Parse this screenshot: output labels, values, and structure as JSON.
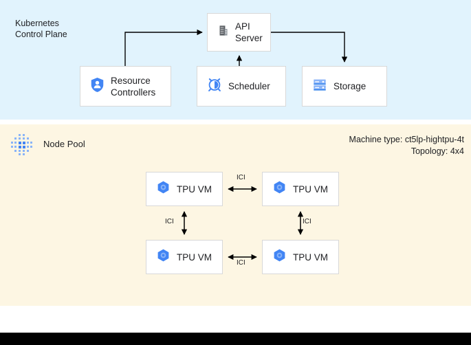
{
  "control_plane": {
    "section_label": "Kubernetes\nControl Plane",
    "background": "#e1f3fd",
    "nodes": [
      {
        "id": "api-server",
        "label": "API\nServer",
        "icon": "building-icon"
      },
      {
        "id": "resource",
        "label": "Resource\nControllers",
        "icon": "shield-person-icon"
      },
      {
        "id": "scheduler",
        "label": "Scheduler",
        "icon": "alarm-clock-icon"
      },
      {
        "id": "storage",
        "label": "Storage",
        "icon": "server-rack-icon"
      }
    ],
    "connections": [
      {
        "from": "resource",
        "to": "api-server",
        "direction": "one-way"
      },
      {
        "from": "scheduler",
        "to": "api-server",
        "direction": "one-way"
      },
      {
        "from": "api-server",
        "to": "storage",
        "direction": "one-way"
      }
    ]
  },
  "node_pool": {
    "section_label": "Node Pool",
    "icon": "dot-matrix-icon",
    "background": "#fdf6e3",
    "machine_type_line": "Machine type: ct5lp-hightpu-4t",
    "topology_line": "Topology: 4x4",
    "vms": [
      {
        "id": "tpu-0",
        "label": "TPU VM",
        "icon": "tpu-hexagon-icon"
      },
      {
        "id": "tpu-1",
        "label": "TPU VM",
        "icon": "tpu-hexagon-icon"
      },
      {
        "id": "tpu-2",
        "label": "TPU VM",
        "icon": "tpu-hexagon-icon"
      },
      {
        "id": "tpu-3",
        "label": "TPU VM",
        "icon": "tpu-hexagon-icon"
      }
    ],
    "interconnects": [
      {
        "id": "ici-top",
        "label": "ICI",
        "between": [
          "tpu-0",
          "tpu-1"
        ],
        "direction": "two-way"
      },
      {
        "id": "ici-bottom",
        "label": "ICI",
        "between": [
          "tpu-2",
          "tpu-3"
        ],
        "direction": "two-way"
      },
      {
        "id": "ici-left",
        "label": "ICI",
        "between": [
          "tpu-0",
          "tpu-2"
        ],
        "direction": "two-way"
      },
      {
        "id": "ici-right",
        "label": "ICI",
        "between": [
          "tpu-1",
          "tpu-3"
        ],
        "direction": "two-way"
      }
    ]
  },
  "colors": {
    "control_plane_bg": "#e1f3fd",
    "node_pool_bg": "#fdf6e3",
    "accent_blue": "#4285f4",
    "icon_gray": "#5f6368",
    "text": "#202124",
    "bottom_bar": "#000000"
  }
}
